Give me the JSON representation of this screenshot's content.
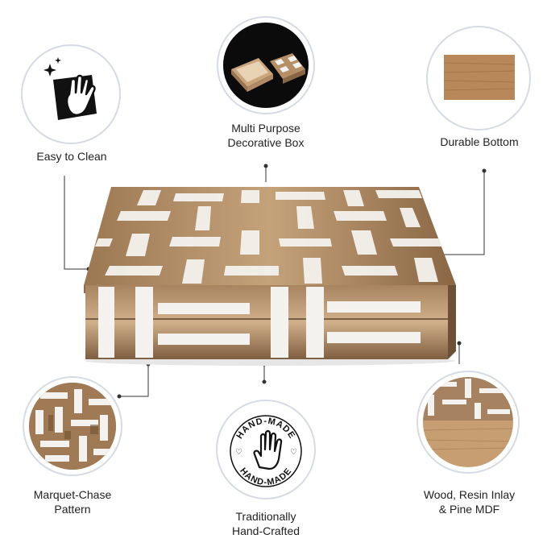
{
  "features": {
    "easy_clean": {
      "label": "Easy to Clean",
      "icon": "cleaning-cloth-icon"
    },
    "multi_purpose": {
      "line1": "Multi Purpose",
      "line2": "Decorative Box",
      "image": "open-box-with-lid-photo"
    },
    "durable_bottom": {
      "label": "Durable Bottom",
      "image": "wood-grain-bottom-photo"
    },
    "marquet": {
      "line1": "Marquet-Chase",
      "line2": "Pattern",
      "image": "pattern-closeup-photo"
    },
    "handcrafted": {
      "line1": "Traditionally",
      "line2": "Hand-Crafted",
      "badge_top": "HAND-MADE",
      "badge_bottom": "HAND-MADE",
      "icon": "hand-icon"
    },
    "materials": {
      "line1": "Wood, Resin Inlay",
      "line2": "& Pine MDF",
      "image": "corner-closeup-photo"
    }
  },
  "colors": {
    "circle_border": "#d6dbe3",
    "wood_light": "#b8946a",
    "wood_dark": "#7a5a3c",
    "inlay": "#f4f2ee",
    "leader_line": "#333333"
  }
}
